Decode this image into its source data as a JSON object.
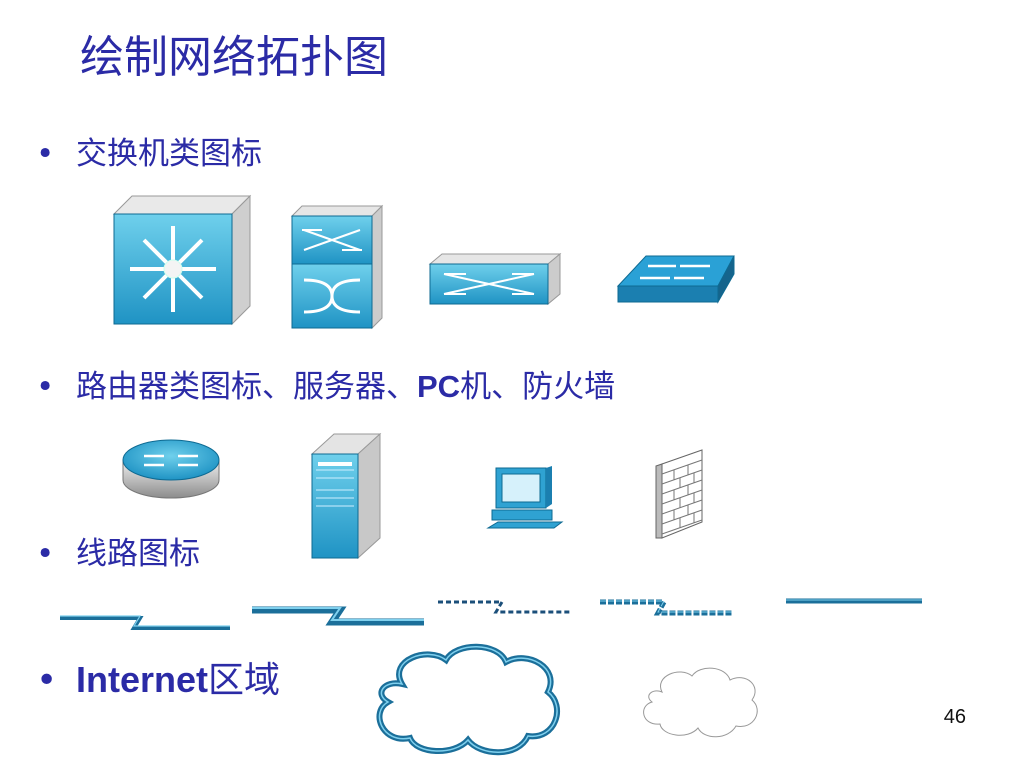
{
  "slide": {
    "title": "绘制网络拓扑图",
    "page_number": "46"
  },
  "bullets": [
    {
      "symbol": "•",
      "text": "交换机类图标"
    },
    {
      "symbol": "•",
      "text_pre": "路由器类图标、服务器、",
      "text_bold": "PC",
      "text_post": "机、防火墙"
    },
    {
      "symbol": "•",
      "text": "线路图标"
    },
    {
      "symbol": "•",
      "text_bold": "Internet",
      "text_post": "区域"
    }
  ],
  "icons": {
    "switches": [
      "multilayer-switch-icon",
      "atm-switch-icon",
      "workgroup-switch-icon",
      "layer2-switch-icon"
    ],
    "devices": [
      "router-icon",
      "server-icon",
      "pc-icon",
      "firewall-icon"
    ],
    "lines": [
      "serial-line-icon",
      "serial-line-thick-icon",
      "dashed-serial-line-icon",
      "dashed-serial-line-thick-icon",
      "ethernet-line-icon"
    ],
    "clouds": [
      "internet-cloud-icon",
      "plain-cloud-icon"
    ]
  },
  "colors": {
    "text": "#2b2ba6",
    "icon_blue": "#2e9ecf",
    "icon_dark": "#1b6f9a"
  }
}
